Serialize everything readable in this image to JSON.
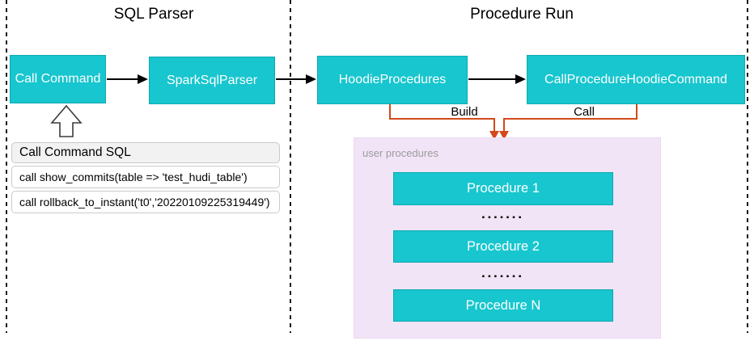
{
  "diagram": {
    "sections": [
      {
        "title": "SQL Parser"
      },
      {
        "title": "Procedure Run"
      }
    ],
    "nodes": {
      "call_command": "Call Command",
      "spark_sql_parser": "SparkSqlParser",
      "hoodie_procedures": "HoodieProcedures",
      "call_procedure_hoodie_command": "CallProcedureHoodieCommand"
    },
    "sql_panel": {
      "header": "Call Command SQL",
      "rows": [
        "call show_commits(table => 'test_hudi_table')",
        "call rollback_to_instant('t0','20220109225319449')"
      ]
    },
    "connectors": {
      "build_label": "Build",
      "call_label": "Call"
    },
    "user_procedures": {
      "label": "user procedures",
      "items": [
        "Procedure 1",
        "Procedure 2",
        "Procedure N"
      ],
      "ellipsis": "▪▪▪▪▪▪▪"
    },
    "colors": {
      "node_fill": "#17C6CE",
      "node_border": "#10A9B1",
      "connector_orange": "#D2491C",
      "panel_pink": "#F2E4F7",
      "panel_label_gray": "#9B9B9B",
      "sql_header_gray": "#F2F2F2"
    }
  }
}
